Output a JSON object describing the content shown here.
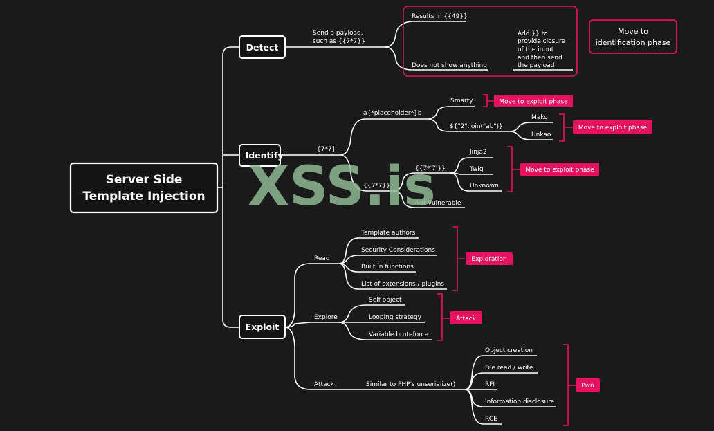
{
  "root": {
    "line1": "Server Side",
    "line2": "Template Injection"
  },
  "detect": {
    "label": "Detect",
    "payload_line1": "Send a payload,",
    "payload_line2": "such as {{7*7}}",
    "result_ok": "Results in {{49}}",
    "result_none": "Does not show anything",
    "closure": [
      "Add }} to",
      "provide closure",
      "of the input",
      "and then send",
      "the payload"
    ],
    "move_note_line1": "Move to",
    "move_note_line2": "identification phase"
  },
  "identify": {
    "label": "Identify",
    "edge": "{7*7}",
    "placeholder": "a{*placeholder*}b",
    "smarty": "Smarty",
    "join": "${\"2\".join(\"ab\")}",
    "mako": "Mako",
    "unkao": "Unkao",
    "curly": "{{7*7}}",
    "curly_str": "{{7*'7'}}",
    "jinja2": "Jinja2",
    "twig": "Twig",
    "unknown": "Unknown",
    "not_vulnerable": "Not vulnerable",
    "tag_exploit_1": "Move to exploit phase",
    "tag_exploit_2": "Move to exploit phase",
    "tag_exploit_3": "Move to exploit phase"
  },
  "exploit": {
    "label": "Exploit",
    "read": "Read",
    "read_items": [
      "Template authors",
      "Security Considerations",
      "Built in functions",
      "List of extensions / plugins"
    ],
    "read_tag": "Exploration",
    "explore": "Explore",
    "explore_items": [
      "Self object",
      "Looping strategy",
      "Variable bruteforce"
    ],
    "explore_tag": "Attack",
    "attack": "Attack",
    "attack_edge": "Similar to PHP's unserialize()",
    "attack_items": [
      "Object creation",
      "File read / write",
      "RFI",
      "Information disclosure",
      "RCE"
    ],
    "attack_tag": "Pwn"
  },
  "watermark": "XSS.is",
  "colors": {
    "background": "#1a1a1b",
    "accent": "#e4125f",
    "line": "#ffffff",
    "watermark": "#8fb893"
  }
}
